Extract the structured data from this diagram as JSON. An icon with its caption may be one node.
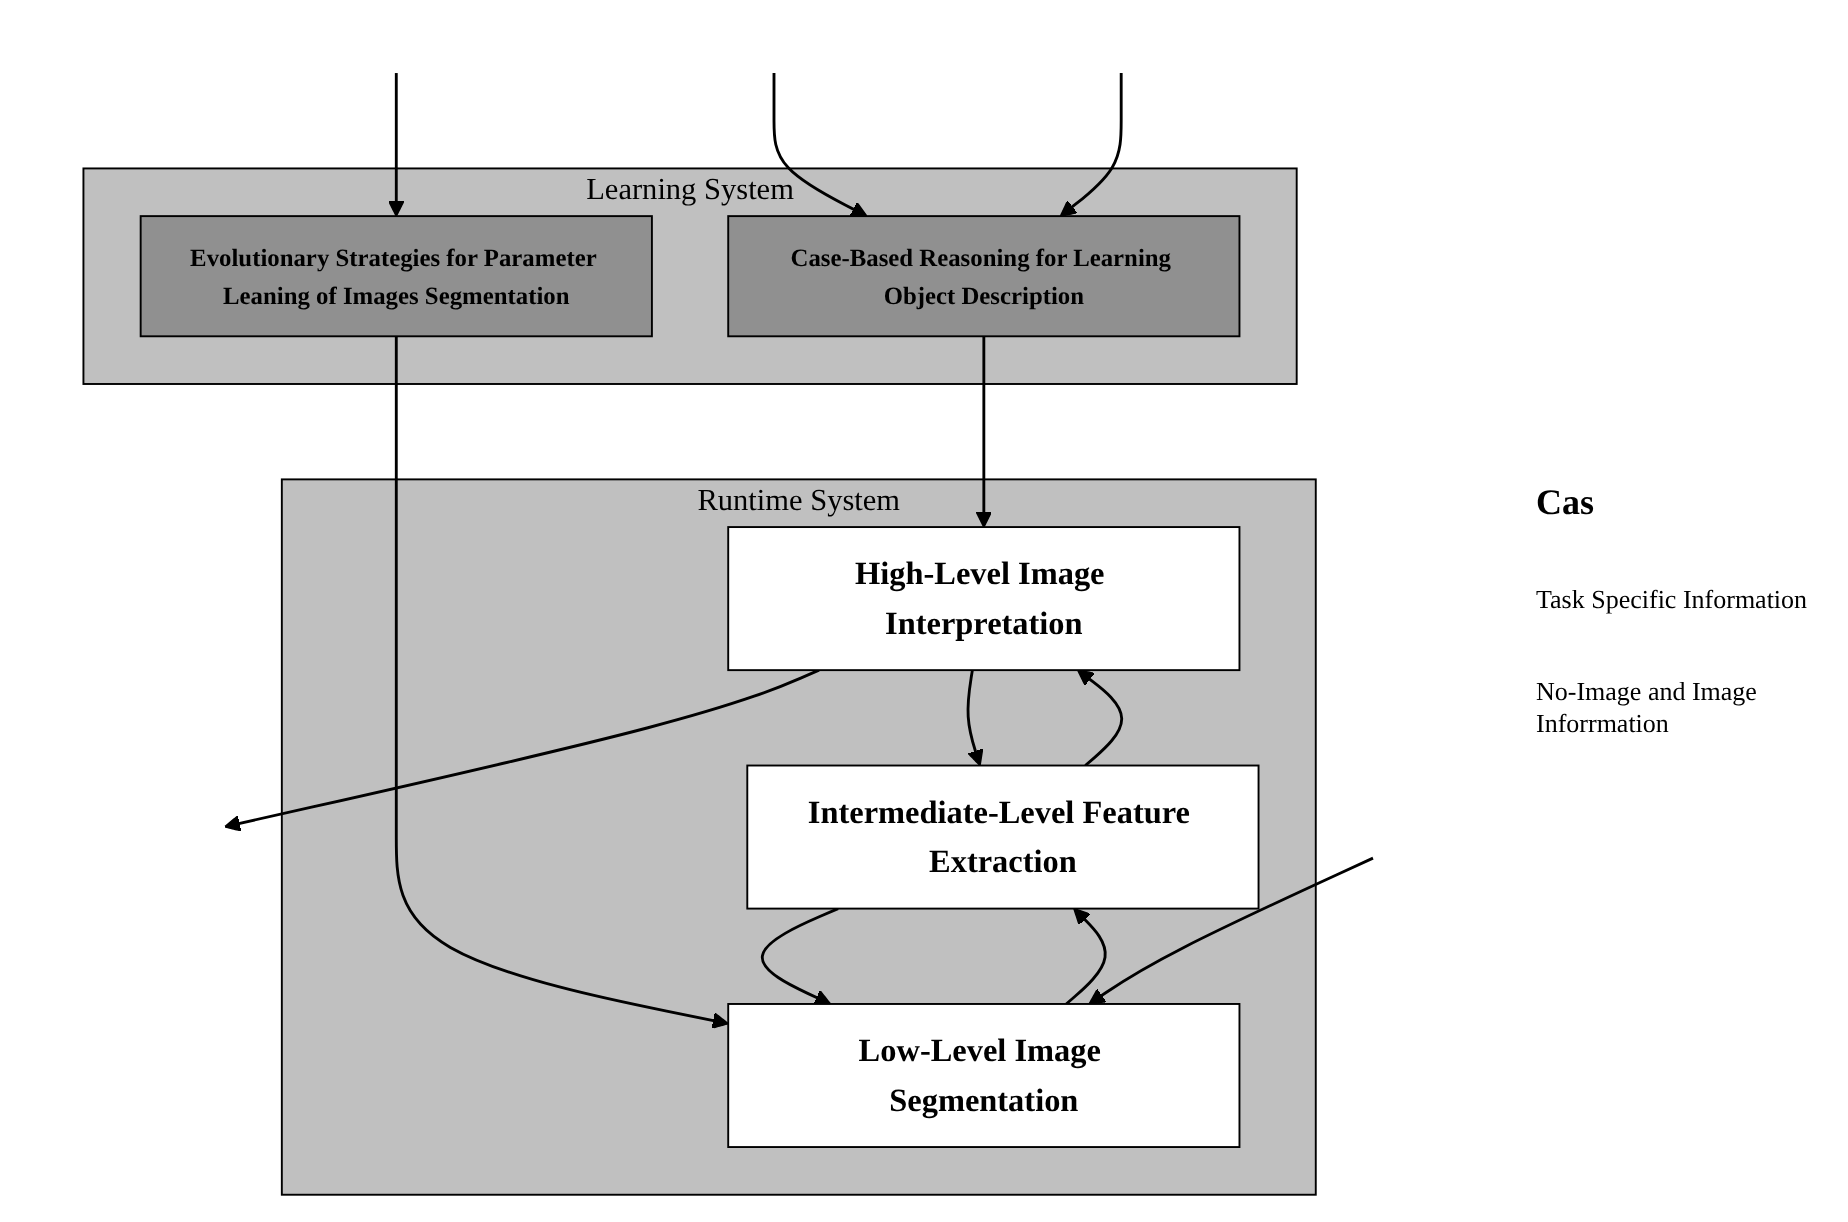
{
  "diagram": {
    "nodes": [
      {
        "text": [
          "Runtime System"
        ]
      },
      {
        "text": [
          "High-Level Image Interpretation"
        ],
        "in": 0
      },
      {
        "text": [
          "Intermediate-Level Feature Extraction"
        ],
        "in": 0
      },
      {
        "text": [
          "Low-Level Image Segmentation"
        ],
        "in": 0
      },
      {
        "text": [
          "Learning System"
        ]
      },
      {
        "text": [
          "Case-Based Reasoning for Learning Object Description"
        ],
        "in": 4
      },
      {
        "text": [
          "Evolutionary Strategies for Parameter Leaning of Images Segmentation"
        ],
        "in": 4
      }
    ],
    "edges": [
      {
        "from": 1,
        "to": null,
        "arrow": "to"
      },
      {
        "from": 5,
        "to": 1,
        "arrow": "to"
      },
      {
        "from": 1,
        "to": 2,
        "arrow": "to"
      },
      {
        "from": 2,
        "to": 1,
        "arrow": "to"
      },
      {
        "from": 2,
        "to": 3,
        "arrow": "to"
      },
      {
        "from": 3,
        "to": 2,
        "arrow": "to"
      },
      {
        "from": 6,
        "to": 3,
        "arrow": "to"
      },
      {
        "from": null,
        "to": 3,
        "arrow": "to"
      },
      {
        "from": null,
        "to": 5,
        "arrow": "to"
      },
      {
        "from": null,
        "to": 5,
        "arrow": "to"
      },
      {
        "from": null,
        "to": 6,
        "arrow": "to"
      }
    ],
    "labels": [
      "Cas",
      "Task Specific Information",
      "No-Image and Image Inforrmation"
    ]
  }
}
